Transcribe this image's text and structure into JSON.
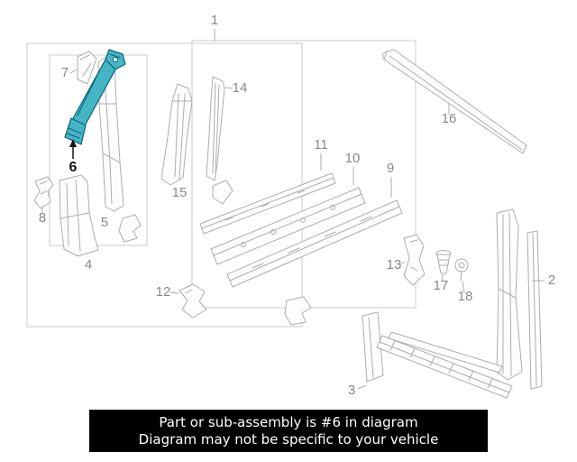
{
  "page": {
    "background": "#ffffff"
  },
  "diagram": {
    "highlighted_part": "6",
    "callouts": [
      "1",
      "2",
      "3",
      "4",
      "5",
      "6",
      "7",
      "8",
      "9",
      "10",
      "11",
      "12",
      "13",
      "14",
      "15",
      "16",
      "17",
      "18"
    ],
    "colors": {
      "line": "#a9aeb1",
      "box_line": "#c8cbcd",
      "label_text": "#85898c",
      "active_label_text": "#141414",
      "highlight_fill": "#45b5c6",
      "highlight_stroke": "#0a6372"
    }
  },
  "banner": {
    "line1": "Part or sub-assembly is #6 in diagram",
    "line2": "Diagram may not be specific to your vehicle",
    "background": "#000000",
    "text_color": "#ffffff"
  }
}
